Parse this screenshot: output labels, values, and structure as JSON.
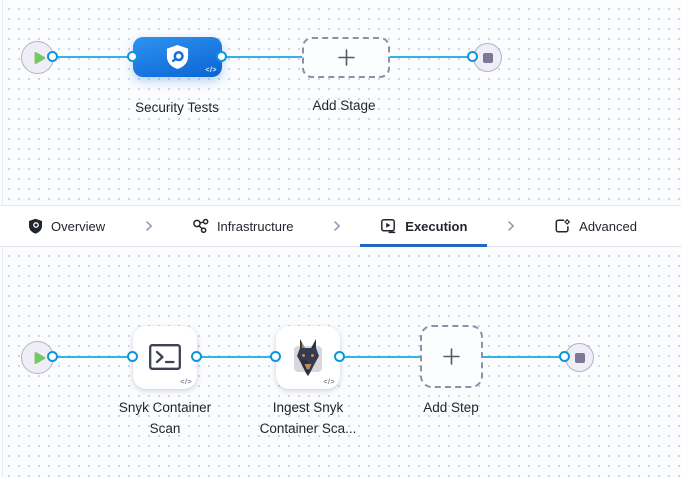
{
  "colors": {
    "accent_blue": "#2166c4",
    "connector_blue": "#35b2e8",
    "ring_blue": "#0d96e0",
    "stage_gradient_start": "#2f93ee",
    "stage_gradient_end": "#0a64d5",
    "play_green": "#72c963",
    "end_square_gray": "#7b7996"
  },
  "stage_canvas": {
    "stage_label": "Security Tests",
    "add_stage_label": "Add Stage",
    "code_badge": "</>"
  },
  "tab_bar": {
    "tabs": [
      {
        "label": "Overview",
        "icon": "shield-icon",
        "active": false
      },
      {
        "label": "Infrastructure",
        "icon": "infrastructure-icon",
        "active": false
      },
      {
        "label": "Execution",
        "icon": "execution-icon",
        "active": true
      },
      {
        "label": "Advanced",
        "icon": "advanced-icon",
        "active": false
      }
    ]
  },
  "step_canvas": {
    "steps": [
      {
        "label_line1": "Snyk Container",
        "label_line2": "Scan",
        "icon": "terminal-icon",
        "code_badge": "</>"
      },
      {
        "label_line1": "Ingest Snyk",
        "label_line2": "Container Sca...",
        "icon": "snyk-doberman-icon",
        "code_badge": "</>"
      }
    ],
    "add_step_label": "Add Step"
  }
}
